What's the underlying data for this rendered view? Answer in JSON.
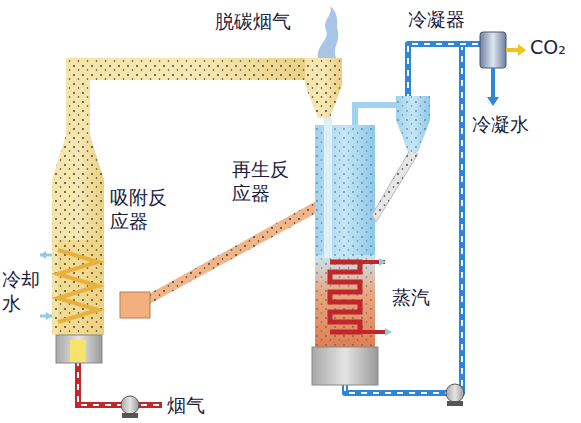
{
  "diagram": {
    "labels": [
      "脱碳烟气",
      "冷凝器",
      "CO₂",
      "冷凝水",
      "吸附反应器",
      "再生反应器",
      "冷却水",
      "蒸汽",
      "烟气"
    ]
  }
}
